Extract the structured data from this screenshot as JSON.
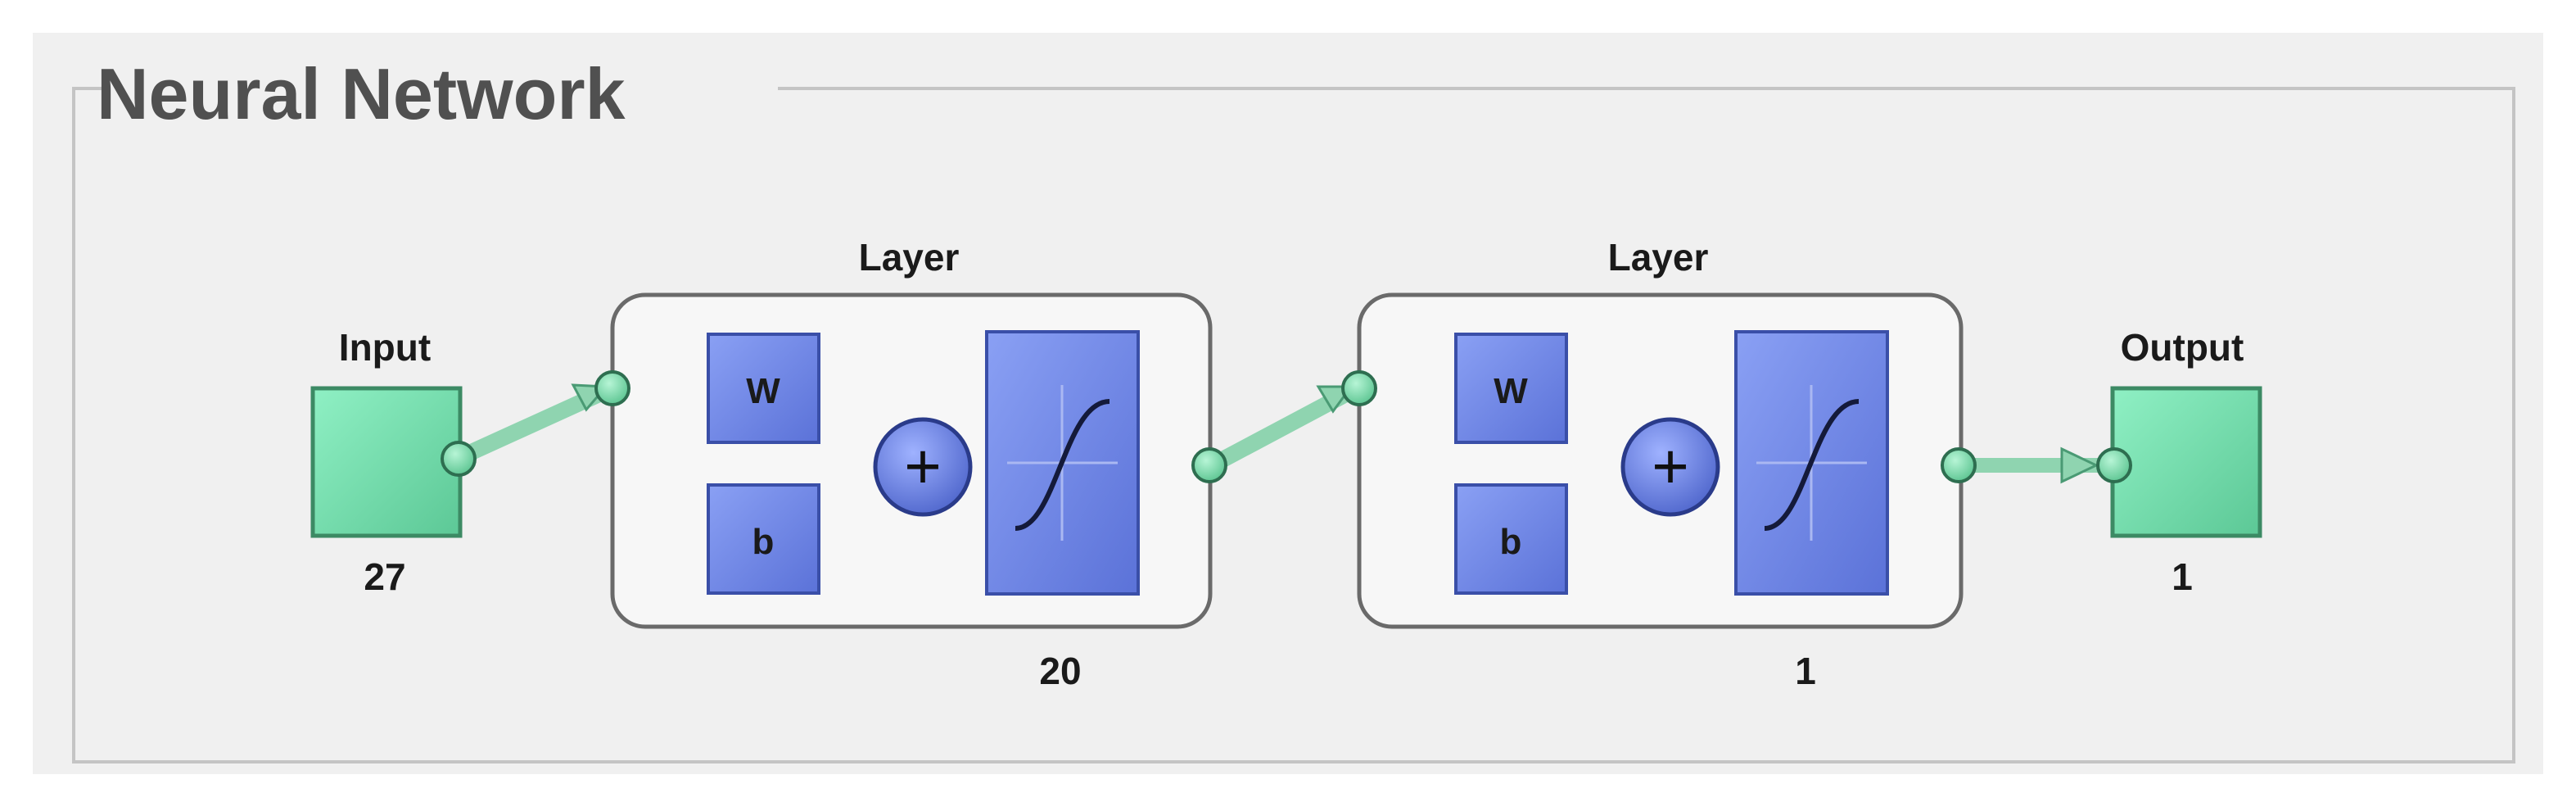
{
  "panel": {
    "title": "Neural Network"
  },
  "input": {
    "label": "Input",
    "size": "27"
  },
  "layers": [
    {
      "title": "Layer",
      "weight_label": "W",
      "bias_label": "b",
      "sum_symbol": "+",
      "size": "20"
    },
    {
      "title": "Layer",
      "weight_label": "W",
      "bias_label": "b",
      "sum_symbol": "+",
      "size": "1"
    }
  ],
  "output": {
    "label": "Output",
    "size": "1"
  },
  "colors": {
    "background": "#f0f0f0",
    "panel_border": "#c8c8c8",
    "io_node": "#6fdcaa",
    "io_node_border": "#3c8a64",
    "connector": "#8fd4b0",
    "connector_dark": "#4a9a74",
    "block_blue": "#6f86e8",
    "block_blue_border": "#3a4fa8",
    "layer_box_border": "#6a6a6a",
    "layer_box_fill": "#f7f7f7"
  }
}
